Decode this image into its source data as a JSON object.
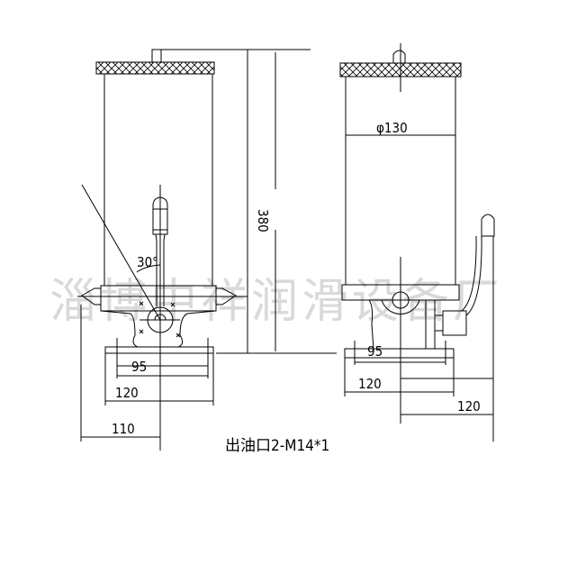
{
  "watermark": "淄博中祥润滑设备厂",
  "dimensions": {
    "height": "380",
    "diameter": "φ130",
    "angle": "30°",
    "left_95": "95",
    "left_120": "120",
    "left_110": "110",
    "right_95": "95",
    "right_120": "120",
    "right_120b": "120"
  },
  "caption": "出油口2-M14*1"
}
